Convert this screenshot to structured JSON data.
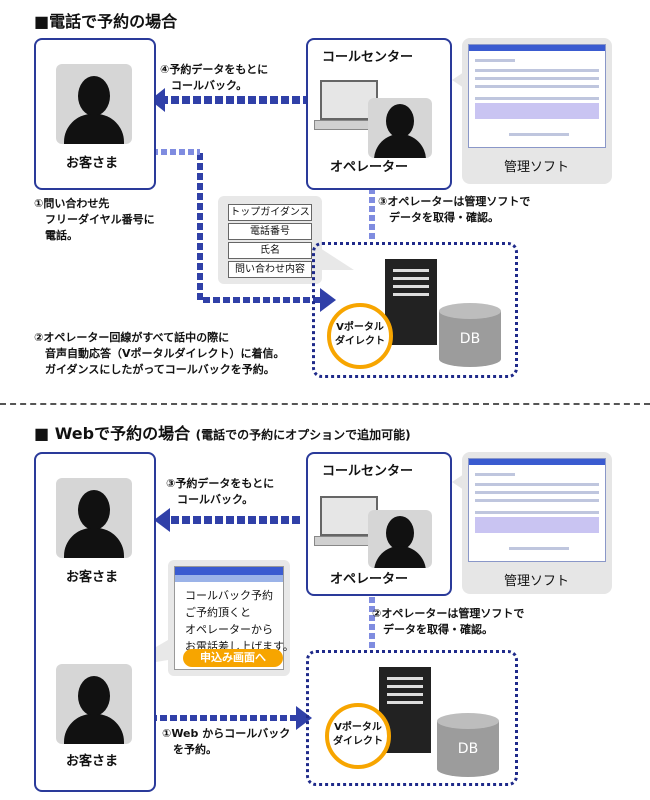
{
  "colors": {
    "accent": "#2a3a9a",
    "arrow": "#3040a8",
    "orange": "#f7a500",
    "dash": "#7f8ce0"
  },
  "section1": {
    "title": "■電話で予約の場合",
    "customer": "お客さま",
    "callcenter": "コールセンター",
    "operator": "オペレーター",
    "software": "管理ソフト",
    "step1": [
      "①問い合わせ先",
      "　フリーダイヤル番号に",
      "　電話。"
    ],
    "step2": [
      "②オペレーター回線がすべて話中の際に",
      "　音声自動応答（Vポータルダイレクト）に着信。",
      "　ガイダンスにしたがってコールバックを予約。"
    ],
    "step3": [
      "③オペレーターは管理ソフトで",
      "　データを取得・確認。"
    ],
    "step4": [
      "④予約データをもとに",
      "　コールバック。"
    ],
    "menu": [
      "トップガイダンス",
      "電話番号",
      "氏名",
      "問い合わせ内容"
    ],
    "vportal": [
      "Vポータル",
      "ダイレクト"
    ],
    "db": "DB"
  },
  "section2": {
    "title": "■ Webで予約の場合",
    "subtitle": "(電話での予約にオプションで追加可能)",
    "customer_top": "お客さま",
    "customer_bottom": "お客さま",
    "callcenter": "コールセンター",
    "operator": "オペレーター",
    "software": "管理ソフト",
    "step1": [
      "①Web からコールバック",
      "　を予約。"
    ],
    "step2": [
      "②オペレーターは管理ソフトで",
      "　データを取得・確認。"
    ],
    "step3": [
      "③予約データをもとに",
      "　コールバック。"
    ],
    "web": [
      "コールバック予約",
      "ご予約頂くと",
      "オペレーターから",
      "お電話差し上げます。"
    ],
    "web_button": "申込み画面へ",
    "vportal": [
      "Vポータル",
      "ダイレクト"
    ],
    "db": "DB"
  }
}
